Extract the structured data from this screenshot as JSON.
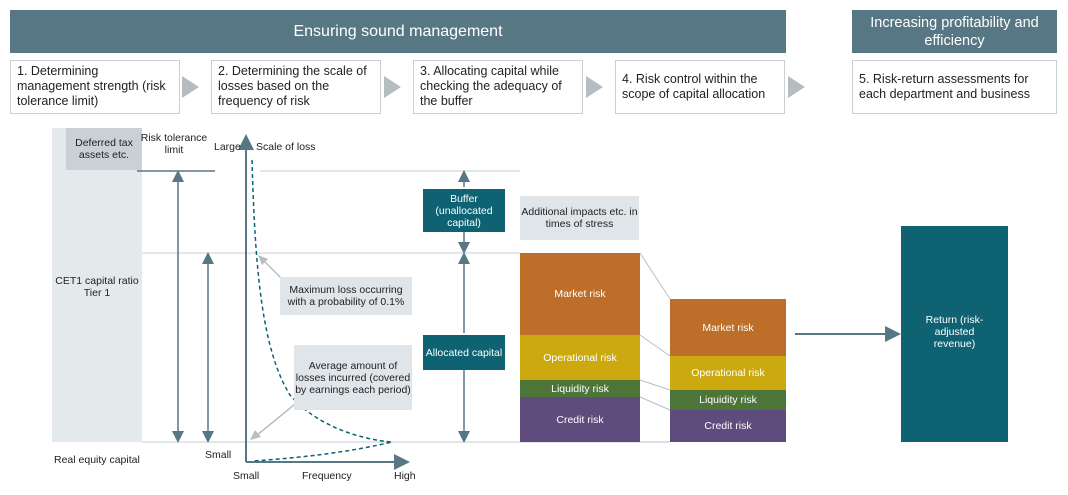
{
  "banners": {
    "main": "Ensuring sound management",
    "side": "Increasing profitability and efficiency"
  },
  "steps": [
    "1. Determining management strength (risk tolerance limit)",
    "2. Determining the scale of losses based on the frequency of risk",
    "3. Allocating capital while checking the adequacy of the buffer",
    "4. Risk control within the scope of capital allocation",
    "5. Risk-return assessments for each department and business"
  ],
  "left": {
    "deferred": "Deferred tax assets etc.",
    "cet1": "CET1 capital ratio Tier 1",
    "real_equity": "Real equity capital",
    "risk_tolerance": "Risk tolerance limit"
  },
  "curve": {
    "large": "Large",
    "scale_of_loss": "Scale of loss",
    "small_y": "Small",
    "small_x": "Small",
    "frequency": "Frequency",
    "high": "High",
    "max_loss": "Maximum loss occurring with a probability of 0.1%",
    "avg_loss": "Average amount of losses incurred (covered by earnings each period)"
  },
  "capital": {
    "buffer": "Buffer (unallocated capital)",
    "allocated": "Allocated capital",
    "stress": "Additional impacts etc. in times of stress"
  },
  "risks": {
    "market": "Market risk",
    "operational": "Operational risk",
    "liquidity": "Liquidity risk",
    "credit": "Credit risk"
  },
  "return_box": "Return (risk-adjusted revenue)",
  "colors": {
    "banner": "#587785",
    "teal": "#0e6272",
    "market": "#bd6f2a",
    "operational": "#ccaa0f",
    "liquidity": "#4e7538",
    "credit": "#5f4b7c",
    "arrow": "#587785"
  }
}
